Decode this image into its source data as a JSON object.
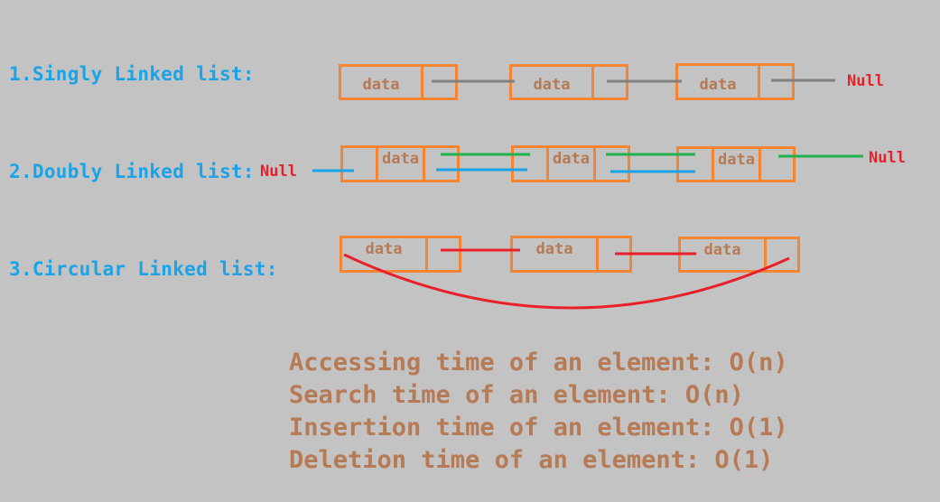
{
  "singly": {
    "label": "1.Singly Linked list:",
    "node_text": "data",
    "null_text": "Null",
    "colors": {
      "link": "#808080"
    }
  },
  "doubly": {
    "label": "2.Doubly Linked list:",
    "node_text": "data",
    "left_null_text": "Null",
    "right_null_text": "Null",
    "colors": {
      "next_link": "#20b050",
      "prev_link": "#1aa3e8"
    }
  },
  "circular": {
    "label": "3.Circular Linked list:",
    "node_text": "data",
    "colors": {
      "link": "#e8202a"
    }
  },
  "complexity": [
    "Accessing time of an element: O(n)",
    "Search time of an element: O(n)",
    "Insertion time of an element: O(1)",
    "Deletion time of an element: O(1)"
  ],
  "colors": {
    "background": "#c3c3c3",
    "node_border": "#f58433",
    "node_text": "#b67a55",
    "label": "#1aa3e8",
    "null": "#e8202a"
  }
}
